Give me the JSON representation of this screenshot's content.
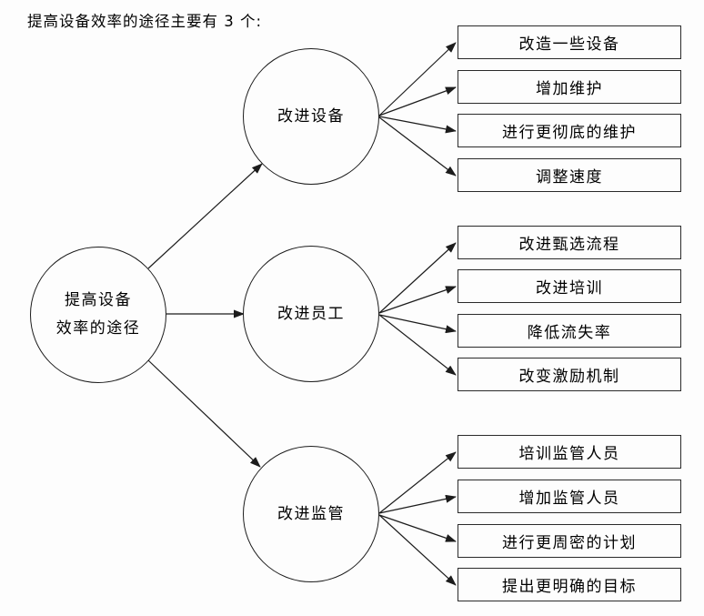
{
  "title": "提高设备效率的途径主要有 3 个:",
  "root": {
    "line1": "提高设备",
    "line2": "效率的途径"
  },
  "branches": [
    {
      "label": "改进设备",
      "items": [
        "改造一些设备",
        "增加维护",
        "进行更彻底的维护",
        "调整速度"
      ]
    },
    {
      "label": "改进员工",
      "items": [
        "改进甄选流程",
        "改进培训",
        "降低流失率",
        "改变激励机制"
      ]
    },
    {
      "label": "改进监管",
      "items": [
        "培训监管人员",
        "增加监管人员",
        "进行更周密的计划",
        "提出更明确的目标"
      ]
    }
  ],
  "colors": {
    "background": "#fdfdfd",
    "stroke": "#1c1c1c",
    "text": "#000000"
  }
}
